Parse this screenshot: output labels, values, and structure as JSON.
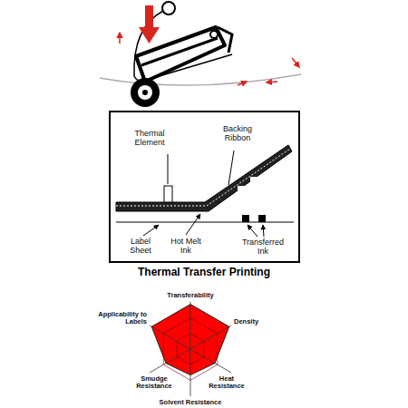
{
  "diagram": {
    "title": "Thermal Transfer Printing",
    "labels": [
      "Thermal Element",
      "Backing Ribbon",
      "Label Sheet",
      "Hot Melt Ink",
      "Transferred Ink",
      "Transferability",
      "Density",
      "Heat Resistance",
      "Solvent Resistance",
      "Smudge Resistance",
      "Applicability to Labels"
    ]
  }
}
